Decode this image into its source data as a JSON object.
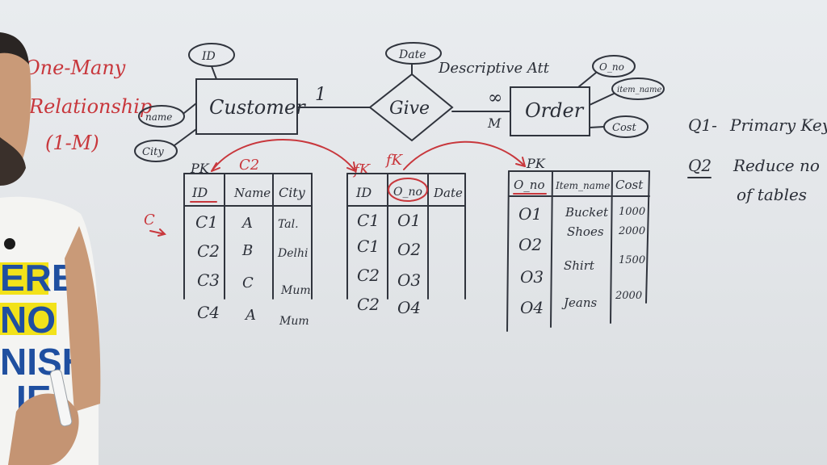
{
  "relationship": {
    "title_line1": "One-Many",
    "title_line2": "Relationship",
    "title_line3": "(1-M)"
  },
  "er": {
    "entity_customer": "Customer",
    "entity_order": "Order",
    "relationship_give": "Give",
    "cardinality_one": "1",
    "cardinality_many": "∞",
    "cardinality_m": "M",
    "descriptive_label": "Descriptive Att",
    "attrs_customer": [
      "ID",
      "name",
      "City"
    ],
    "attr_give": "Date",
    "attrs_order": [
      "O_no",
      "item_name",
      "Cost"
    ]
  },
  "keys": {
    "pk_customer": "PK",
    "c2_label": "C2",
    "fk_left": "fK",
    "fk_right": "fK",
    "pk_order": "PK"
  },
  "customer_table": {
    "headers": [
      "ID",
      "Name",
      "City"
    ],
    "rows": [
      [
        "C1",
        "A",
        "Tal."
      ],
      [
        "C2",
        "B",
        "Delhi"
      ],
      [
        "C3",
        "C",
        "Mum"
      ],
      [
        "C4",
        "A",
        "Mum"
      ]
    ]
  },
  "give_table": {
    "headers": [
      "ID",
      "O_no",
      "Date"
    ],
    "rows": [
      [
        "C1",
        "O1",
        ""
      ],
      [
        "C1",
        "O2",
        ""
      ],
      [
        "C2",
        "O3",
        ""
      ],
      [
        "C2",
        "O4",
        ""
      ]
    ]
  },
  "order_table": {
    "headers": [
      "O_no",
      "Item_name",
      "Cost"
    ],
    "rows": [
      [
        "O1",
        "Bucket",
        "1000"
      ],
      [
        "O2",
        "Shoes",
        "2000"
      ],
      [
        "O3",
        "Shirt",
        "1500"
      ],
      [
        "O4",
        "Jeans",
        "2000"
      ]
    ]
  },
  "questions": {
    "q1_label": "Q1-",
    "q1_text": "Primary Key",
    "q2_label": "Q2",
    "q2_text_line1": "Reduce no",
    "q2_text_line2": "of tables"
  },
  "side_note": "C",
  "shirt_text": [
    "ERE",
    "NO",
    "NISH",
    "IE"
  ],
  "colors": {
    "board": "#e6e9ec",
    "ink": "#30343d",
    "marker_red": "#c8373c",
    "shirt_blue": "#1f4fa0",
    "shirt_yellow": "#f2e21a"
  }
}
